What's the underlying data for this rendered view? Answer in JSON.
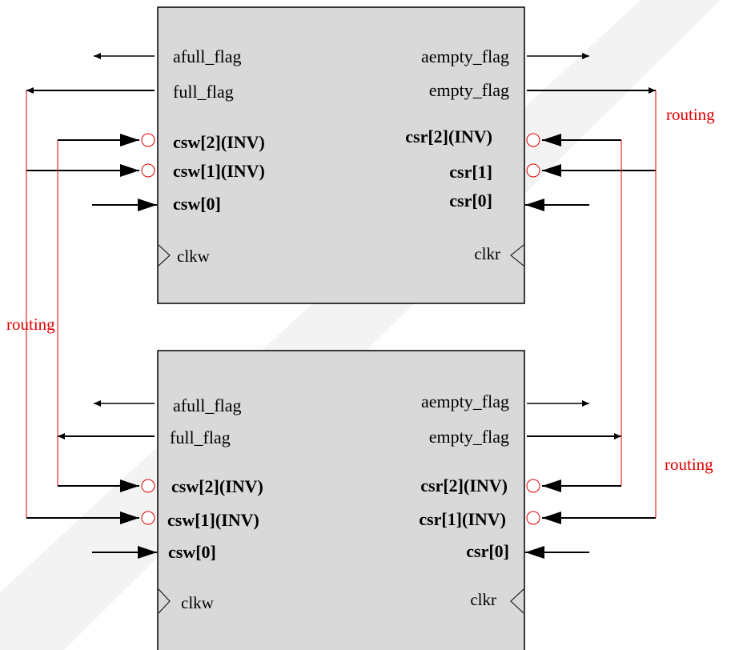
{
  "colors": {
    "block_fill": "#d9d9d9",
    "block_stroke": "#000000",
    "wire": "#000000",
    "routing": "#e00000",
    "watermark": "#f0f0f0"
  },
  "routing_labels": [
    "routing",
    "routing",
    "routing"
  ],
  "top_block": {
    "left_ports": [
      "afull_flag",
      "full_flag",
      "csw[2](INV)",
      "csw[1](INV)",
      "csw[0]"
    ],
    "right_ports": [
      "aempty_flag",
      "empty_flag",
      "csr[2](INV)",
      "csr[1]",
      "csr[0]"
    ],
    "left_clock": "clkw",
    "right_clock": "clkr"
  },
  "bottom_block": {
    "left_ports": [
      "afull_flag",
      "full_flag",
      "csw[2](INV)",
      "csw[1](INV)",
      "csw[0]"
    ],
    "right_ports": [
      "aempty_flag",
      "empty_flag",
      "csr[2](INV)",
      "csr[1](INV)",
      "csr[0]"
    ],
    "left_clock": "clkw",
    "right_clock": "clkr"
  }
}
